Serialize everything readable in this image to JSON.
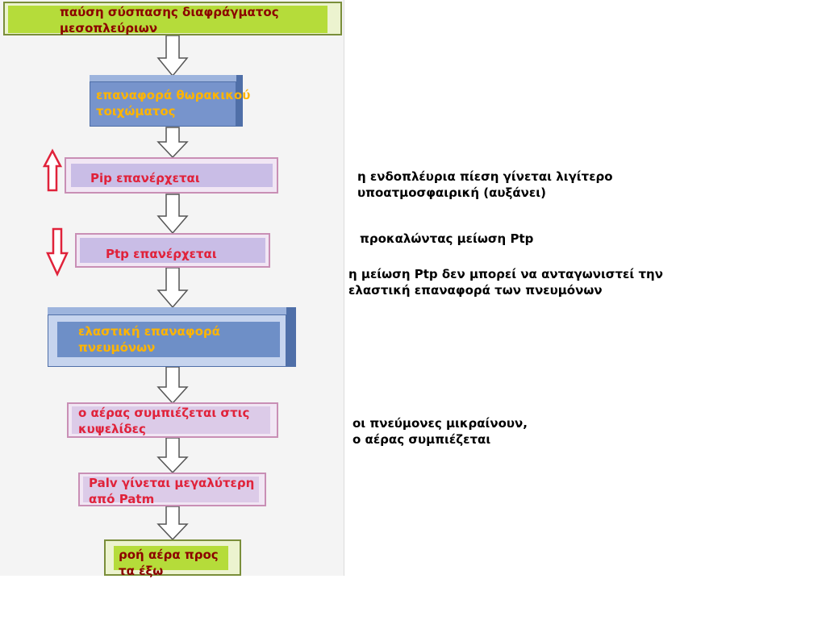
{
  "colors": {
    "panel_bg": "#f4f4f4",
    "green_box": "#c5e04a",
    "green_inner": "#a8d23a",
    "blue_box": "#6e8fc7",
    "blue_3d_top": "#9db4dd",
    "lavender": "#c9bde6",
    "pink_border": "#c98fb5",
    "text_darkred": "#8b0000",
    "text_orange": "#ffb400",
    "text_red": "#e0223a",
    "up_arrow": "#e0223a",
    "down_arrow": "#e0223a"
  },
  "flow": {
    "step1": {
      "line1": "παύση σύσπασης διαφράγματος",
      "line2": "μεσοπλεύριων"
    },
    "step2": {
      "line1": "επαναφορά θωρακικού",
      "line2": "τοιχώματος"
    },
    "step3": {
      "line1": "Pip επανέρχεται"
    },
    "step4": {
      "line1": "Ptp επανέρχεται"
    },
    "step5": {
      "line1": "ελαστική επαναφορά",
      "line2": "πνευμόνων"
    },
    "step6": {
      "line1": "ο αέρας συμπιέζεται στις",
      "line2": "κυψελίδες"
    },
    "step7": {
      "line1": "Palv γίνεται μεγαλύτερη",
      "line2": "από Patm"
    },
    "step8": {
      "line1": "ροή αέρα προς",
      "line2": "τα έξω"
    }
  },
  "notes": {
    "note1": {
      "line1": "η ενδοπλέυρια πίεση γίνεται λιγίτερο",
      "line2": "υποατμοσφαιρική (αυξάνει)"
    },
    "note2": {
      "line1": "προκαλώντας μείωση Ptp"
    },
    "note3": {
      "line1": "η μείωση Ptp δεν μπορεί να ανταγωνιστεί την",
      "line2": "ελαστική επαναφορά των πνευμόνων"
    },
    "note4": {
      "line1": "οι πνεύμονες μικραίνουν,",
      "line2": "ο αέρας συμπιέζεται"
    }
  },
  "icons": {
    "up": "up-arrow-icon",
    "down": "down-arrow-icon",
    "flow": "flow-arrow-icon"
  }
}
